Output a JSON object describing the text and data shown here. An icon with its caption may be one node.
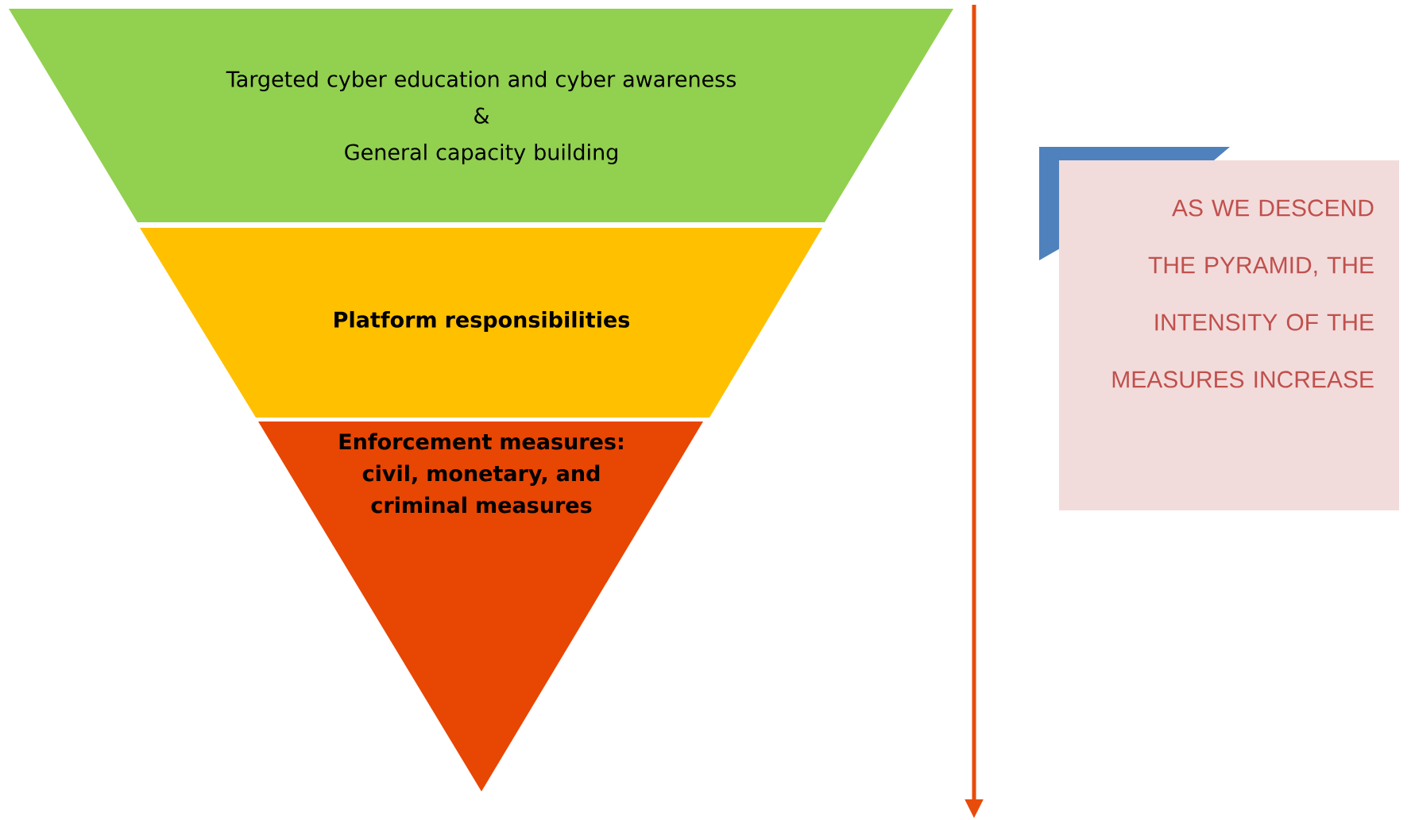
{
  "diagram": {
    "nodes": [
      {
        "text": [
          "Targeted cyber education and cyber awareness",
          "&",
          "General capacity building"
        ]
      },
      {
        "text": [
          "Platform responsibilities"
        ]
      },
      {
        "text": [
          "Enforcement measures: civil, monetary, and criminal measures"
        ]
      },
      {
        "text": [
          "AS WE DESCEND THE PYRAMID, THE INTENSITY OF THE MEASURES INCREASE"
        ]
      }
    ]
  }
}
